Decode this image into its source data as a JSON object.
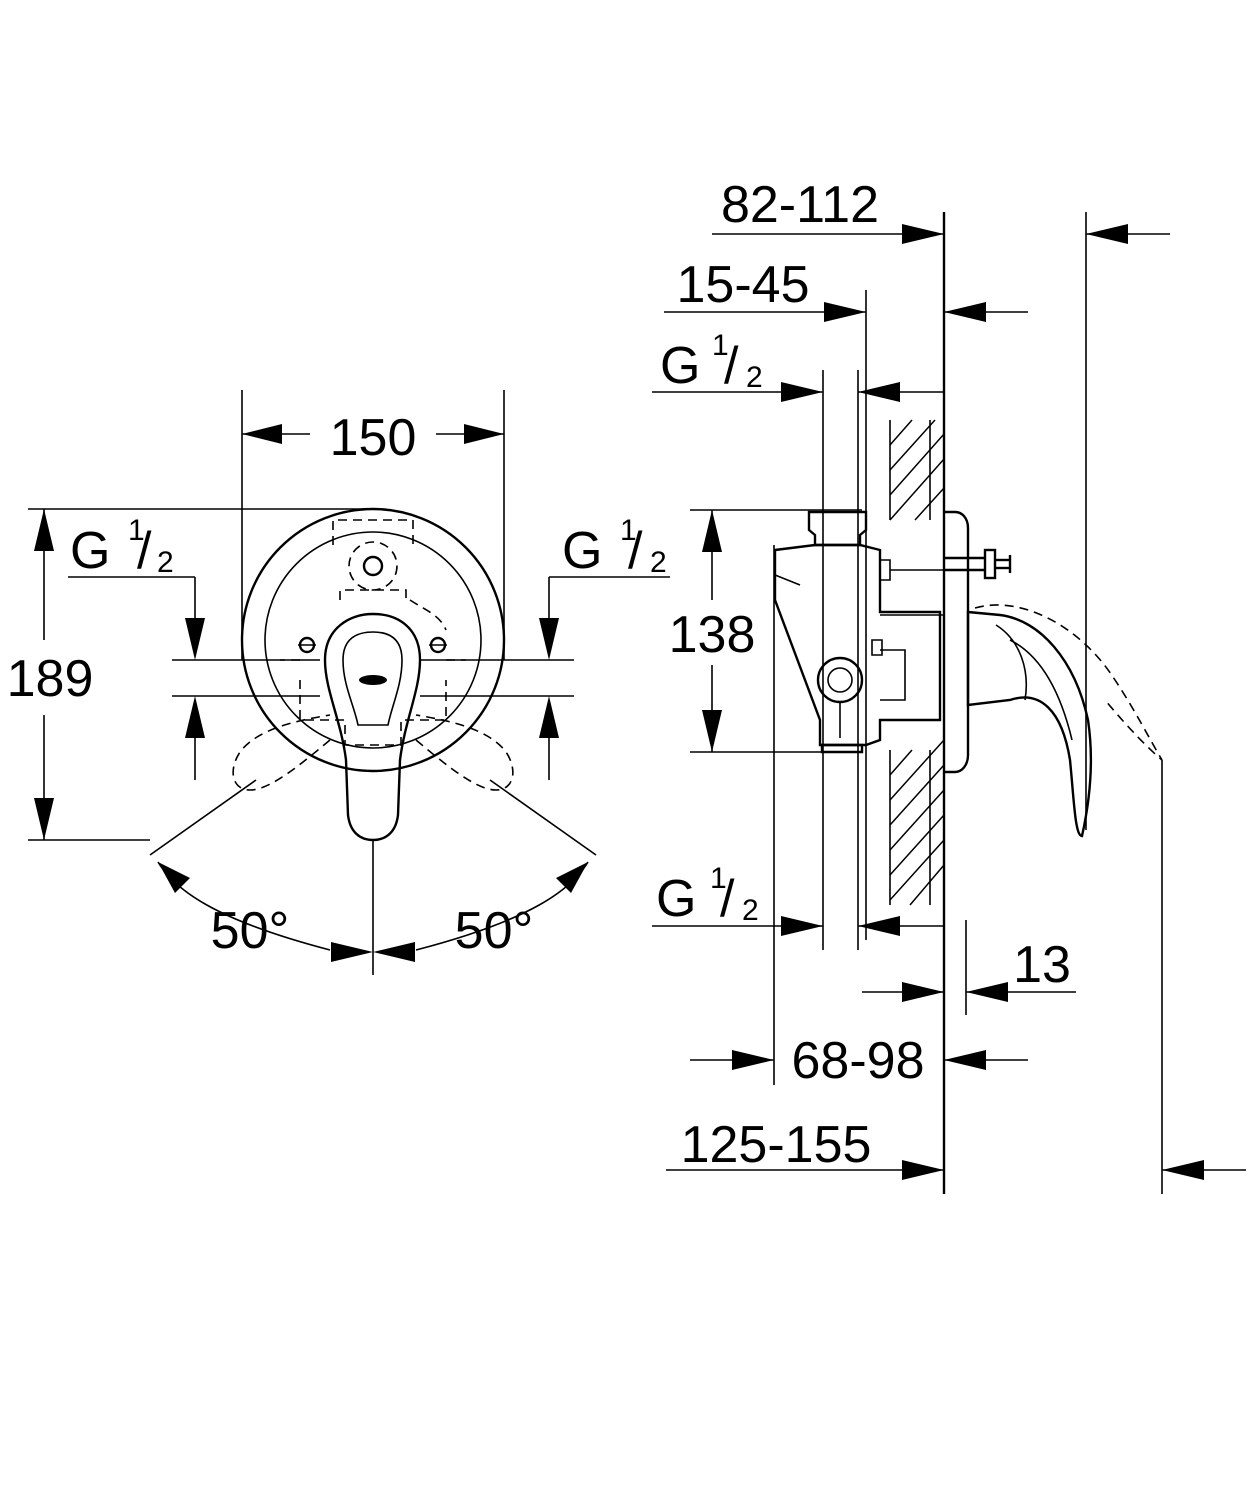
{
  "front_view": {
    "width": "150",
    "height": "189",
    "thread_left": {
      "letter": "G",
      "num": "1",
      "slash": "/",
      "den": "2"
    },
    "thread_right": {
      "letter": "G",
      "num": "1",
      "slash": "/",
      "den": "2"
    },
    "angle_left": "50°",
    "angle_right": "50°"
  },
  "side_view": {
    "dim_top": "82-112",
    "dim_wall": "15-45",
    "thread_top": {
      "letter": "G",
      "num": "1",
      "slash": "/",
      "den": "2"
    },
    "height": "138",
    "thread_bottom": {
      "letter": "G",
      "num": "1",
      "slash": "/",
      "den": "2"
    },
    "dim_plate": "13",
    "dim_body": "68-98",
    "dim_total": "125-155"
  }
}
